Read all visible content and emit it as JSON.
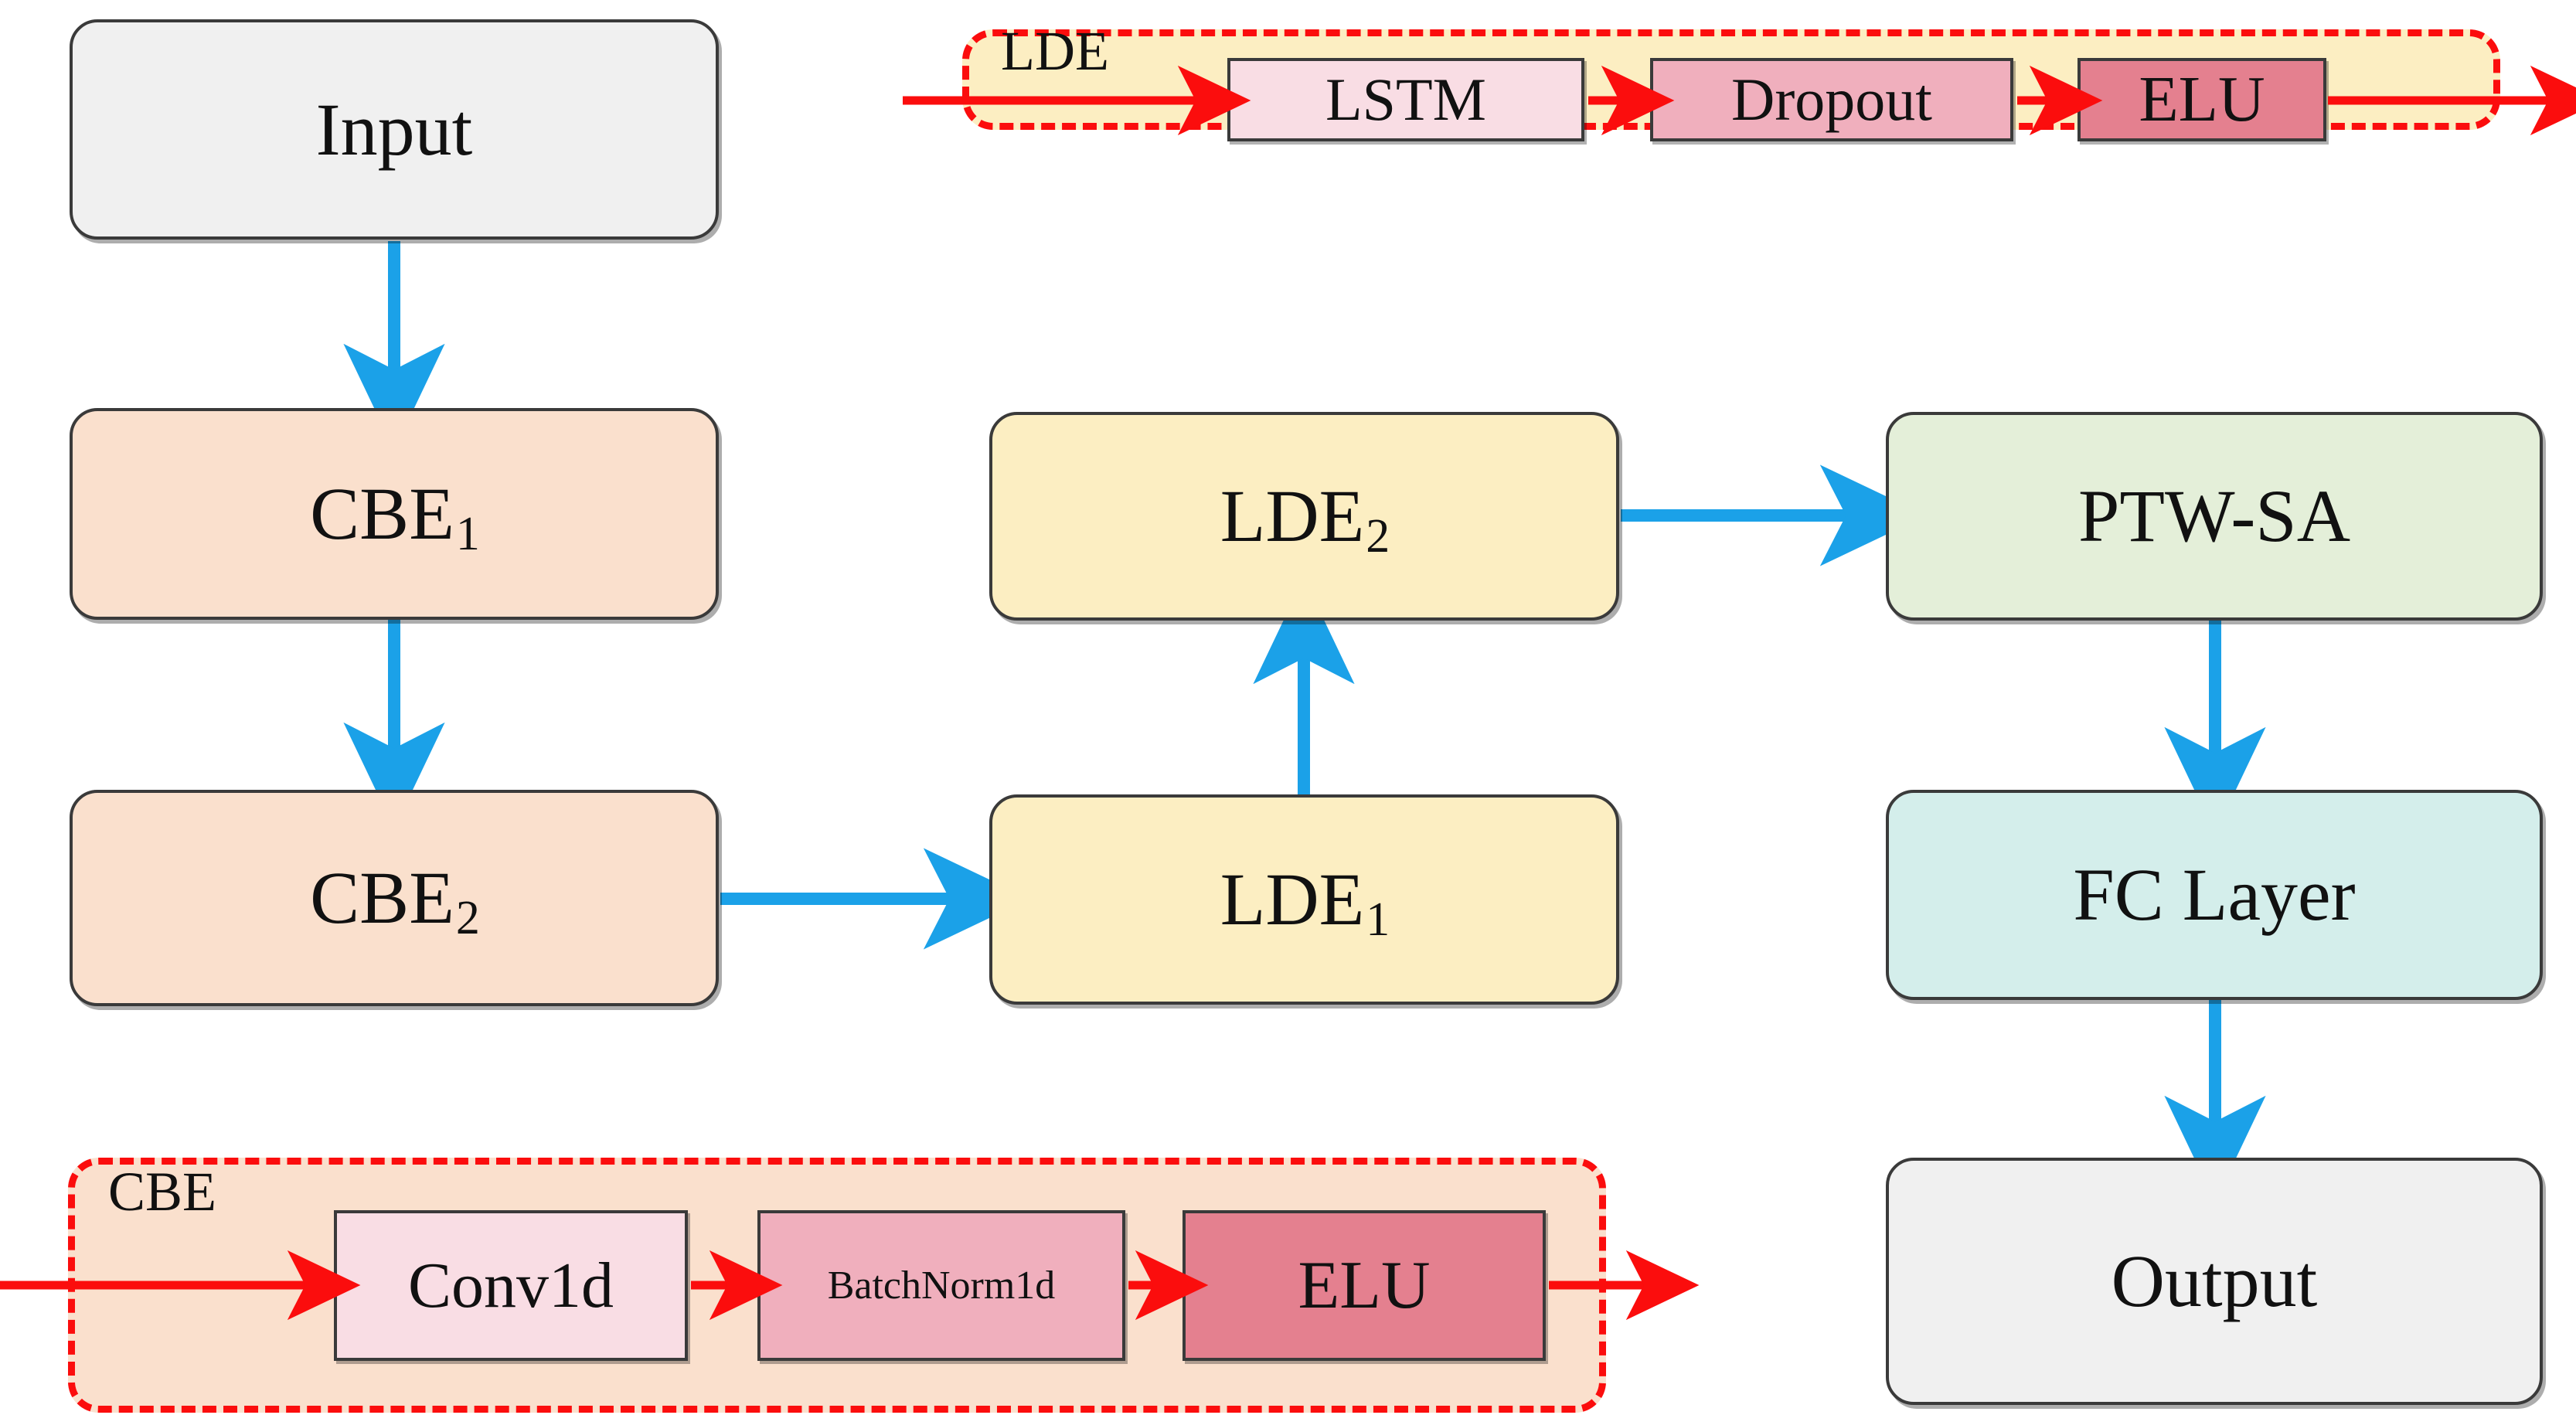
{
  "diagram": {
    "title": "Network architecture block diagram",
    "colors": {
      "blue_arrow": "#1BA1E8",
      "red_arrow": "#FB0D0D",
      "box_border": "#3A3A3A",
      "gray_fill": "#F0F0F0",
      "peach_fill": "#FAE0CD",
      "yellow_fill": "#FCEEC2",
      "green_fill": "#E4EFD9",
      "cyan_fill": "#D4EEEB",
      "pink_light_fill": "#F9DDE4",
      "pink_mid_fill": "#F0AFBD",
      "pink_dark_fill": "#E4808F"
    },
    "main_nodes": [
      {
        "id": "input",
        "label": "Input",
        "sub": "",
        "fill": "#F0F0F0"
      },
      {
        "id": "cbe1",
        "label": "CBE",
        "sub": "1",
        "fill": "#FAE0CD"
      },
      {
        "id": "cbe2",
        "label": "CBE",
        "sub": "2",
        "fill": "#FAE0CD"
      },
      {
        "id": "lde1",
        "label": "LDE",
        "sub": "1",
        "fill": "#FCEEC2"
      },
      {
        "id": "lde2",
        "label": "LDE",
        "sub": "2",
        "fill": "#FCEEC2"
      },
      {
        "id": "ptwsa",
        "label": "PTW-SA",
        "sub": "",
        "fill": "#E4EFD9"
      },
      {
        "id": "fclayer",
        "label": "FC Layer",
        "sub": "",
        "fill": "#D4EEEB"
      },
      {
        "id": "output",
        "label": "Output",
        "sub": "",
        "fill": "#F0F0F0"
      }
    ],
    "lde_module": {
      "label": "LDE",
      "fill": "#FCEEC2",
      "border_color": "#FB0D0D",
      "chips": [
        {
          "id": "lstm",
          "label": "LSTM",
          "fill": "#F9DDE4",
          "font_size": 78
        },
        {
          "id": "dropout",
          "label": "Dropout",
          "fill": "#F0AFBD",
          "font_size": 78
        },
        {
          "id": "elu",
          "label": "ELU",
          "fill": "#E4808F",
          "font_size": 84
        }
      ]
    },
    "cbe_module": {
      "label": "CBE",
      "fill": "#FAE0CD",
      "border_color": "#FB0D0D",
      "chips": [
        {
          "id": "conv1d",
          "label": "Conv1d",
          "fill": "#F9DDE4",
          "font_size": 84
        },
        {
          "id": "batchnorm1d",
          "label": "BatchNorm1d",
          "fill": "#F0AFBD",
          "font_size": 52
        },
        {
          "id": "elu",
          "label": "ELU",
          "fill": "#E4808F",
          "font_size": 88
        }
      ]
    },
    "connections": [
      {
        "from": "input",
        "to": "cbe1",
        "color": "#1BA1E8",
        "direction": "down"
      },
      {
        "from": "cbe1",
        "to": "cbe2",
        "color": "#1BA1E8",
        "direction": "down"
      },
      {
        "from": "cbe2",
        "to": "lde1",
        "color": "#1BA1E8",
        "direction": "right"
      },
      {
        "from": "lde1",
        "to": "lde2",
        "color": "#1BA1E8",
        "direction": "up"
      },
      {
        "from": "lde2",
        "to": "ptwsa",
        "color": "#1BA1E8",
        "direction": "right"
      },
      {
        "from": "ptwsa",
        "to": "fclayer",
        "color": "#1BA1E8",
        "direction": "down"
      },
      {
        "from": "fclayer",
        "to": "output",
        "color": "#1BA1E8",
        "direction": "down"
      }
    ]
  }
}
